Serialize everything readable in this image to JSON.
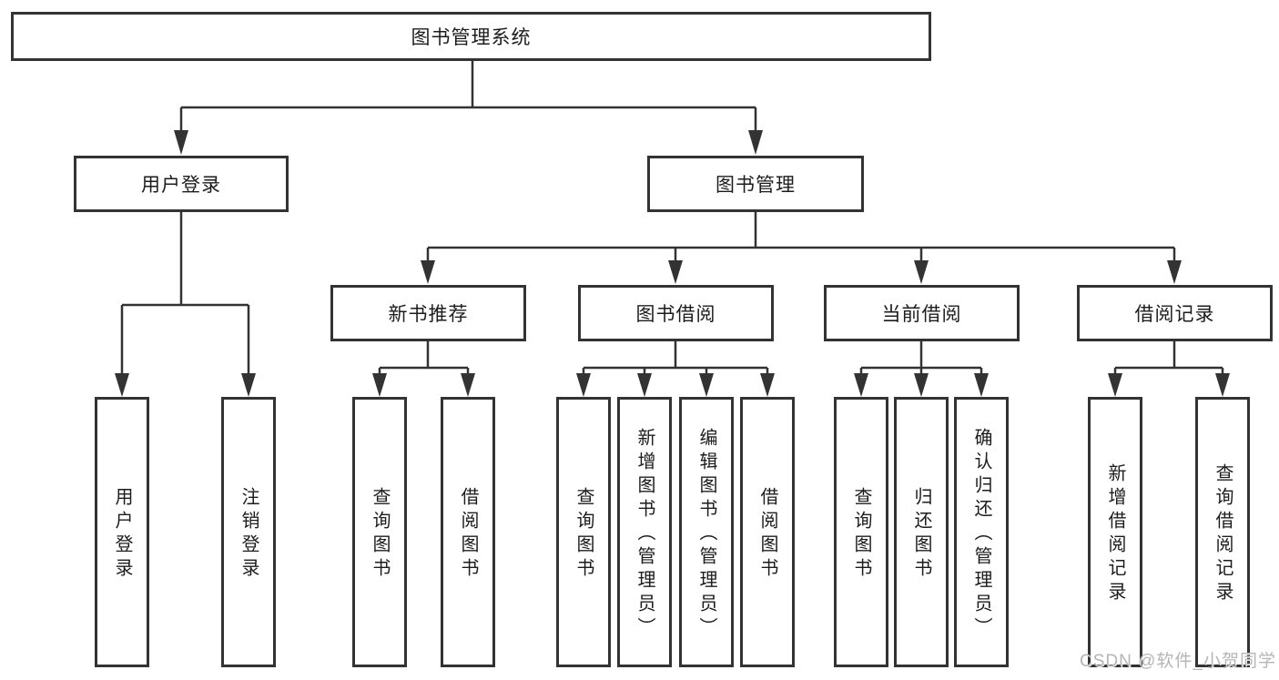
{
  "diagram": {
    "type": "tree-structure-chart",
    "colors": {
      "line": "#333333",
      "box_border": "#333333",
      "box_background": "#ffffff",
      "text": "#1c1c1c",
      "watermark_text": "#b5b5b5"
    },
    "tree": {
      "root": {
        "label": "图书管理系统"
      },
      "level2": [
        {
          "label": "用户登录",
          "parent": "图书管理系统"
        },
        {
          "label": "图书管理",
          "parent": "图书管理系统"
        }
      ],
      "level3": [
        {
          "label": "新书推荐",
          "parent": "图书管理"
        },
        {
          "label": "图书借阅",
          "parent": "图书管理"
        },
        {
          "label": "当前借阅",
          "parent": "图书管理"
        },
        {
          "label": "借阅记录",
          "parent": "图书管理"
        }
      ],
      "leaves": [
        {
          "label": "用户登录",
          "parent": "用户登录"
        },
        {
          "label": "注销登录",
          "parent": "用户登录"
        },
        {
          "label": "查询图书",
          "parent": "新书推荐"
        },
        {
          "label": "借阅图书",
          "parent": "新书推荐"
        },
        {
          "label": "查询图书",
          "parent": "图书借阅"
        },
        {
          "label": "新增图书（管理员）",
          "parent": "图书借阅"
        },
        {
          "label": "编辑图书（管理员）",
          "parent": "图书借阅"
        },
        {
          "label": "借阅图书",
          "parent": "图书借阅"
        },
        {
          "label": "查询图书",
          "parent": "当前借阅"
        },
        {
          "label": "归还图书",
          "parent": "当前借阅"
        },
        {
          "label": "确认归还（管理员）",
          "parent": "当前借阅"
        },
        {
          "label": "新增借阅记录",
          "parent": "借阅记录"
        },
        {
          "label": "查询借阅记录",
          "parent": "借阅记录"
        }
      ]
    },
    "watermark": {
      "text": "CSDN @软件_小贺同学"
    }
  }
}
